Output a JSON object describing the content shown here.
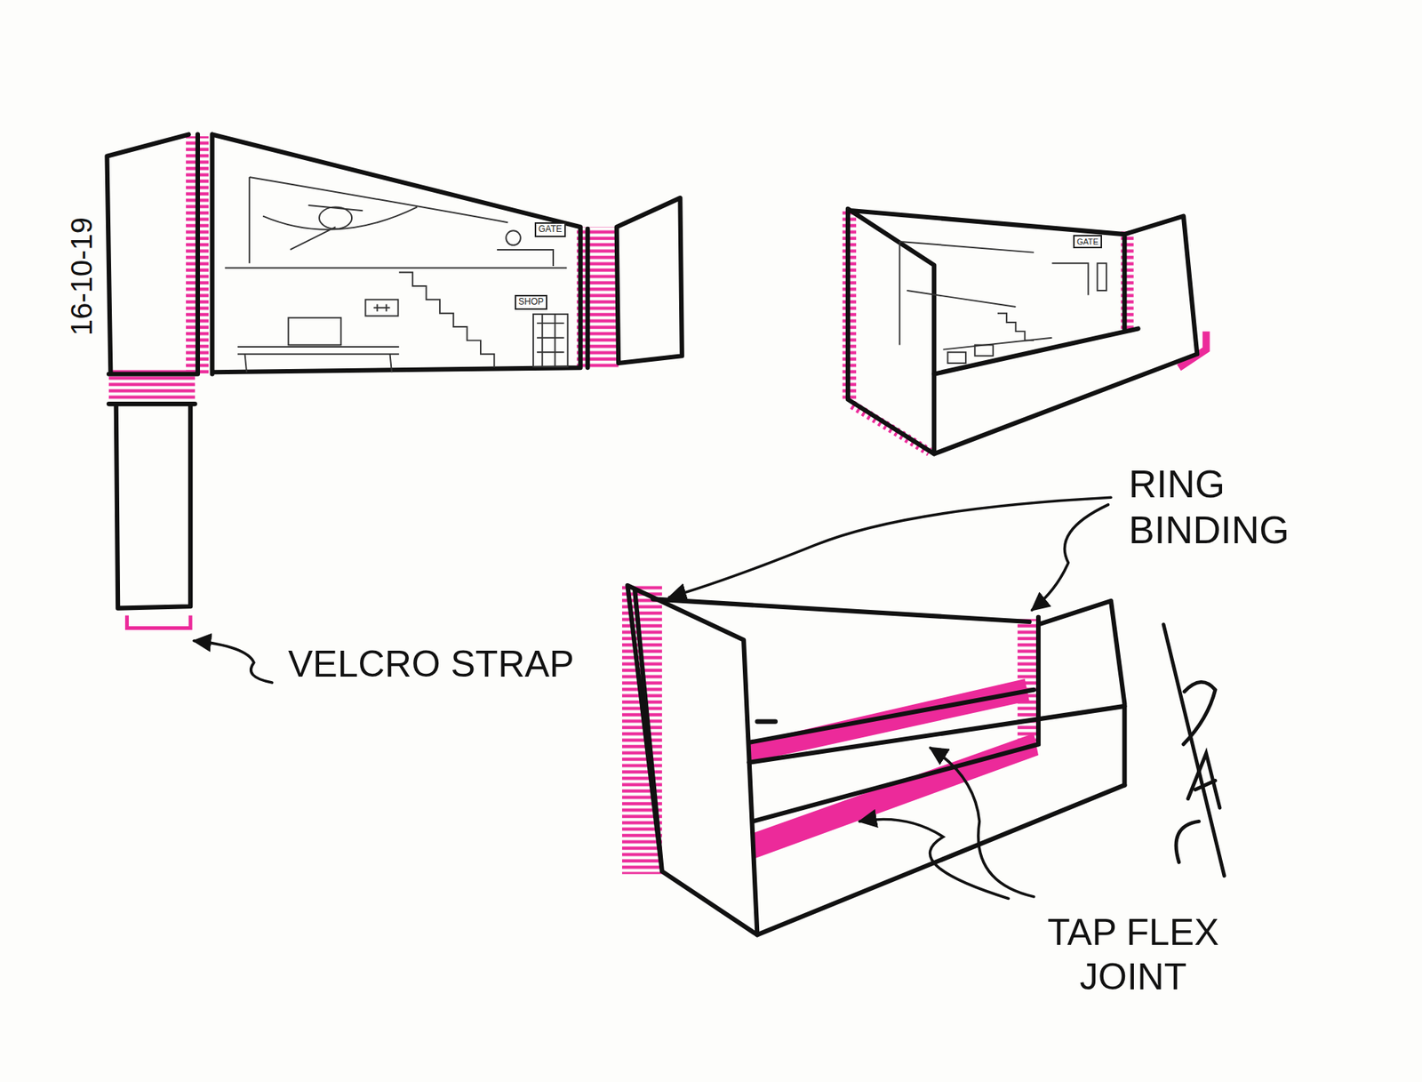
{
  "diagram": {
    "nodes": [
      {
        "text": [
          "GATE"
        ]
      },
      {
        "text": [
          "SHOP"
        ]
      },
      {
        "text": [
          "GATE"
        ]
      }
    ],
    "labels": [
      "16-10-19",
      "VELCRO STRAP",
      "RING BINDING",
      "TAP FLEX JOINT"
    ]
  }
}
